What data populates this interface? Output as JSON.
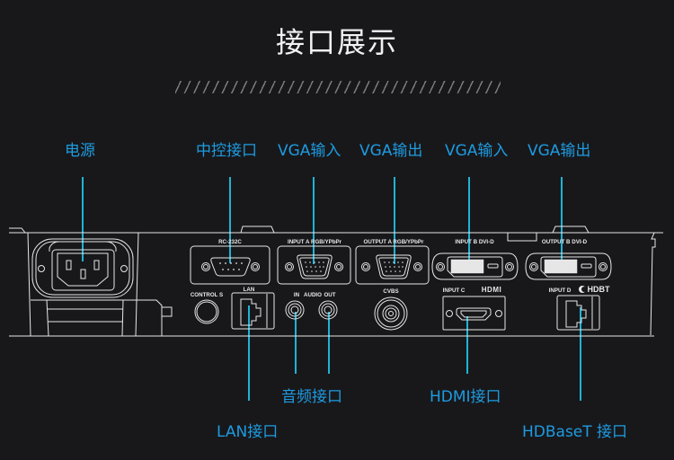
{
  "header": {
    "title": "接口展示"
  },
  "callouts_top": [
    {
      "id": "power",
      "label": "电源"
    },
    {
      "id": "control",
      "label": "中控接口"
    },
    {
      "id": "vga-in-a",
      "label": "VGA输入"
    },
    {
      "id": "vga-out-a",
      "label": "VGA输出"
    },
    {
      "id": "vga-in-b",
      "label": "VGA输入"
    },
    {
      "id": "vga-out-b",
      "label": "VGA输出"
    }
  ],
  "callouts_bottom": [
    {
      "id": "audio",
      "label": "音频接口"
    },
    {
      "id": "hdmi",
      "label": "HDMI接口"
    },
    {
      "id": "lan",
      "label": "LAN接口"
    },
    {
      "id": "hdbaset",
      "label": "HDBaseT 接口"
    }
  ],
  "device_labels": {
    "rc232c": "RC-232C",
    "input_a": "INPUT A RGB/YPbPr",
    "output_a": "OUTPUT A RGB/YPbPr",
    "input_b": "INPUT B DVI-D",
    "output_b": "OUTPUT B DVI-D",
    "control_s": "CONTROL S",
    "lan": "LAN",
    "audio_in": "IN",
    "audio": "AUDIO",
    "audio_out": "OUT",
    "cvbs": "CVBS",
    "input_c": "INPUT C",
    "hdmi_logo": "HDMI",
    "input_d": "INPUT D",
    "hdbt_logo": "HDBT"
  },
  "colors": {
    "background": "#18181b",
    "accent": "#1e9be0",
    "leader_line": "#1fb3d6",
    "device_stroke": "#e6e6e6"
  }
}
